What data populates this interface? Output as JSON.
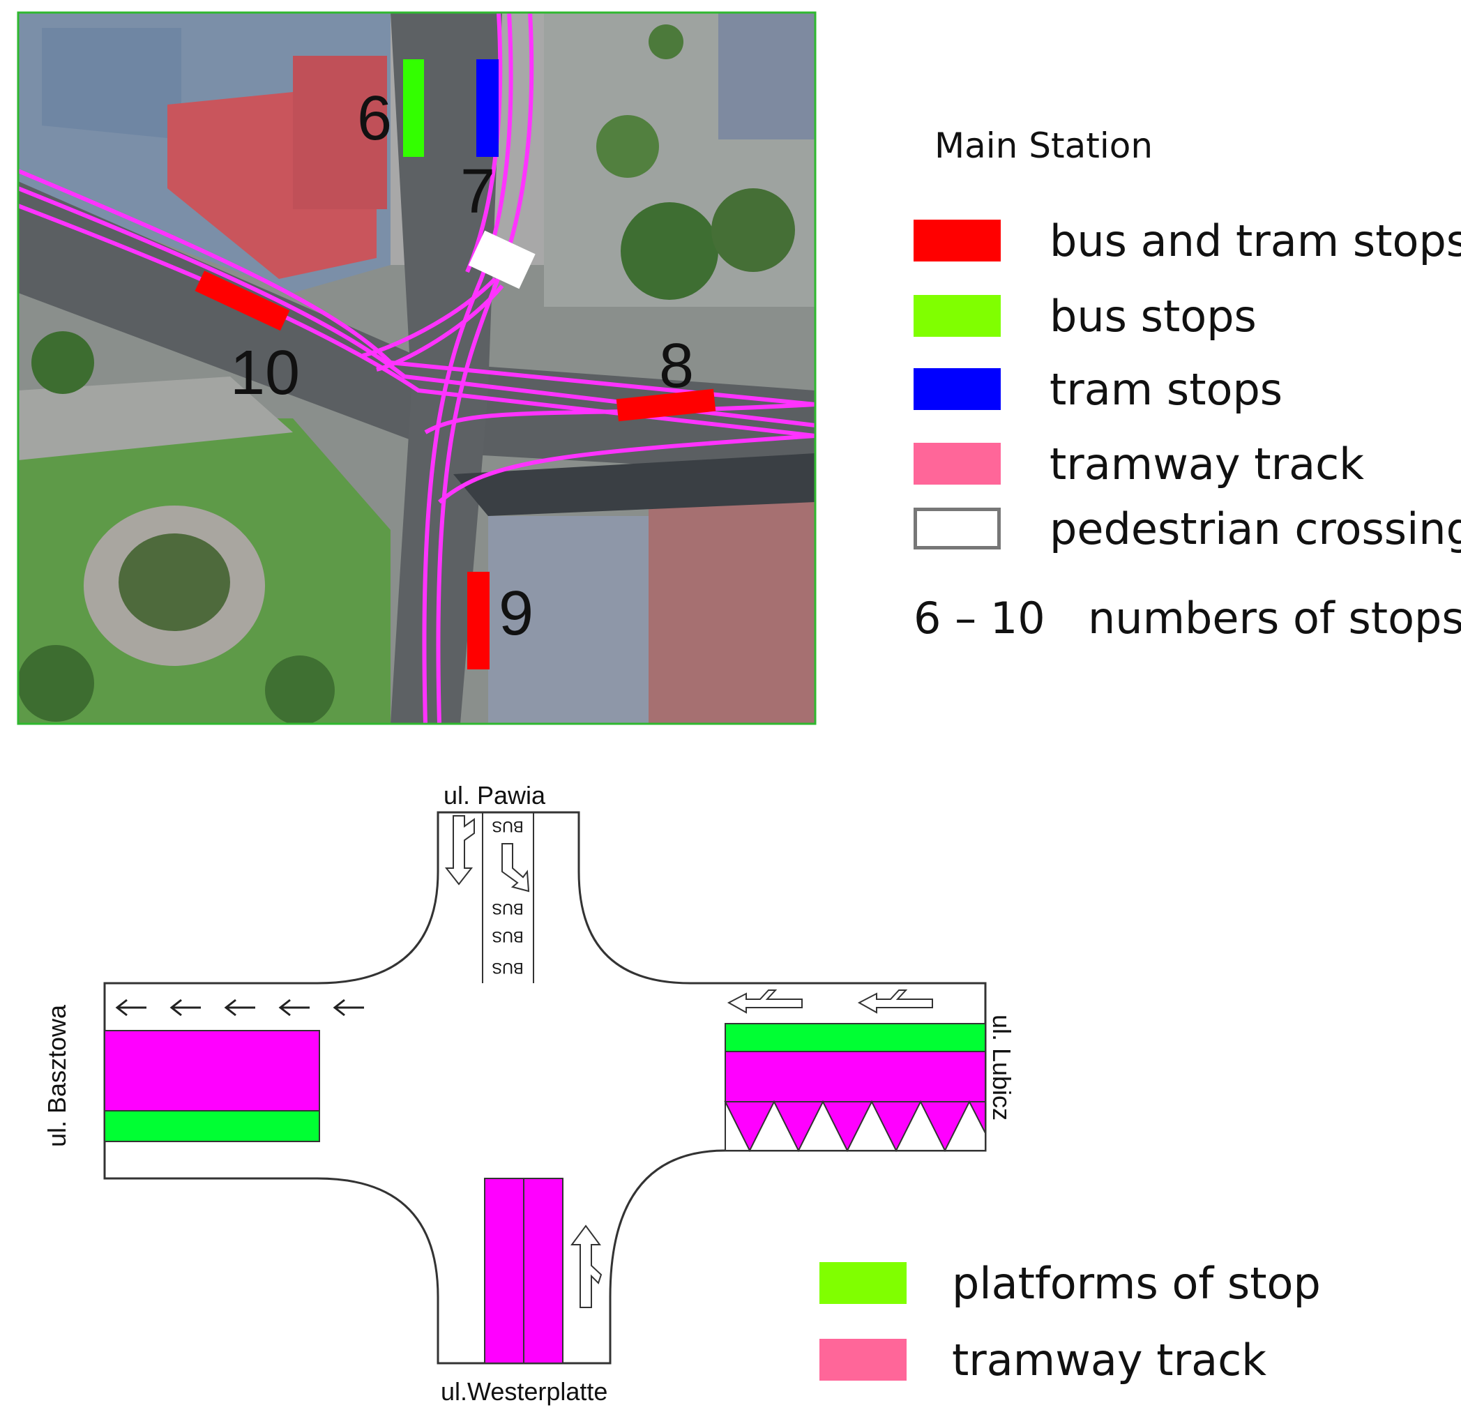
{
  "map": {
    "stop_numbers": [
      "6",
      "7",
      "8",
      "9",
      "10"
    ],
    "stop_colors": {
      "6": "#33ff00",
      "7": "#0000ff",
      "8": "#ff0000",
      "9": "#ff0000",
      "10": "#ff0000"
    },
    "track_color": "#ff33ff",
    "crossing_color": "#ffffff"
  },
  "legend_top": {
    "title": "Main Station",
    "items": [
      {
        "label": "bus and tram stops",
        "color": "#ff0000"
      },
      {
        "label": "bus stops",
        "color": "#80ff00"
      },
      {
        "label": "tram stops",
        "color": "#0000ff"
      },
      {
        "label": "tramway track",
        "color": "#ff6699"
      },
      {
        "label": "pedestrian crossing",
        "color": "#ffffff"
      }
    ],
    "numbers_range": "6 – 10",
    "numbers_label": "numbers of stops"
  },
  "diagram": {
    "streets": {
      "north": "ul. Pawia",
      "west": "ul. Basztowa",
      "east": "ul. Lubicz",
      "south": "ul.Westerplatte"
    },
    "bus_lane_label": "BUS",
    "platform_color": "#00ff33",
    "track_color": "#ff00ff"
  },
  "legend_bottom": {
    "items": [
      {
        "label": "platforms of stop",
        "color": "#80ff00"
      },
      {
        "label": "tramway track",
        "color": "#ff6699"
      }
    ]
  }
}
